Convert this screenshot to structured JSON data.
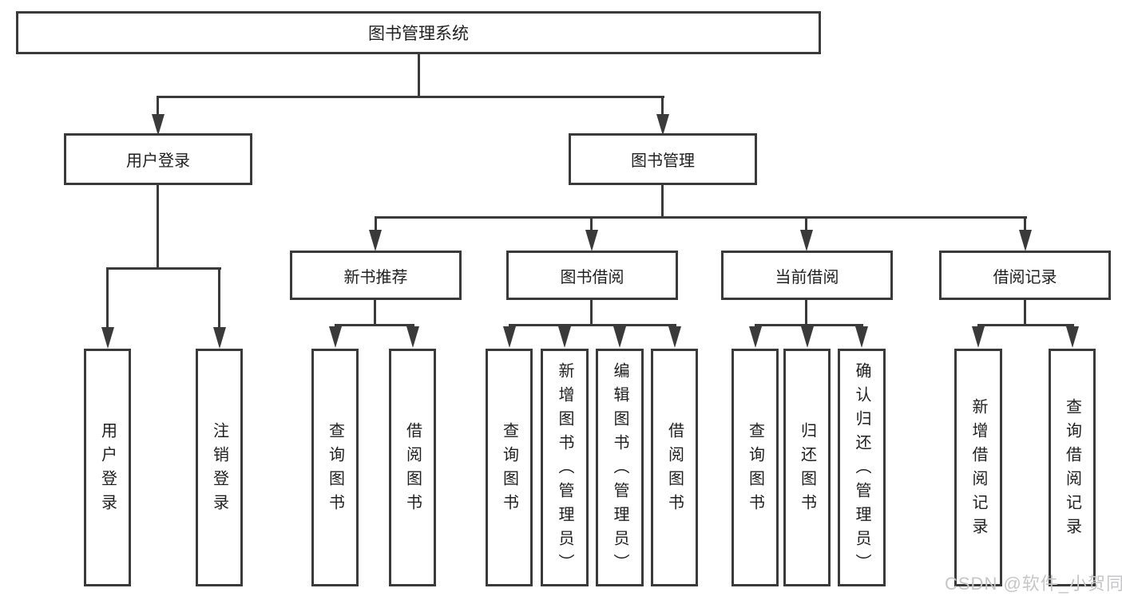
{
  "diagram": {
    "root": {
      "label": "图书管理系统"
    },
    "level2": {
      "user_login": {
        "label": "用户登录"
      },
      "book_management": {
        "label": "图书管理"
      }
    },
    "level3": {
      "new_book_recommend": {
        "label": "新书推荐"
      },
      "book_borrow": {
        "label": "图书借阅"
      },
      "current_borrow": {
        "label": "当前借阅"
      },
      "borrow_records": {
        "label": "借阅记录"
      }
    },
    "leaves": {
      "user_login": {
        "label": "用户登录"
      },
      "logout": {
        "label": "注销登录"
      },
      "recommend_query_books": {
        "label": "查询图书"
      },
      "recommend_borrow_books": {
        "label": "借阅图书"
      },
      "borrow_query_books": {
        "label": "查询图书"
      },
      "borrow_add_books": {
        "label": "新增图书（管理员）"
      },
      "borrow_edit_books": {
        "label": "编辑图书（管理员）"
      },
      "borrow_borrow_books": {
        "label": "借阅图书"
      },
      "current_query_books": {
        "label": "查询图书"
      },
      "current_return_books": {
        "label": "归还图书"
      },
      "current_confirm_return": {
        "label": "确认归还（管理员）"
      },
      "records_add_record": {
        "label": "新增借阅记录"
      },
      "records_query_record": {
        "label": "查询借阅记录"
      }
    },
    "watermark": "CSDN @软件_小贺同学",
    "colors": {
      "line": "#3a3a3a",
      "text": "#1f1f1f",
      "watermark": "#c6c6c8",
      "background": "#ffffff"
    }
  }
}
